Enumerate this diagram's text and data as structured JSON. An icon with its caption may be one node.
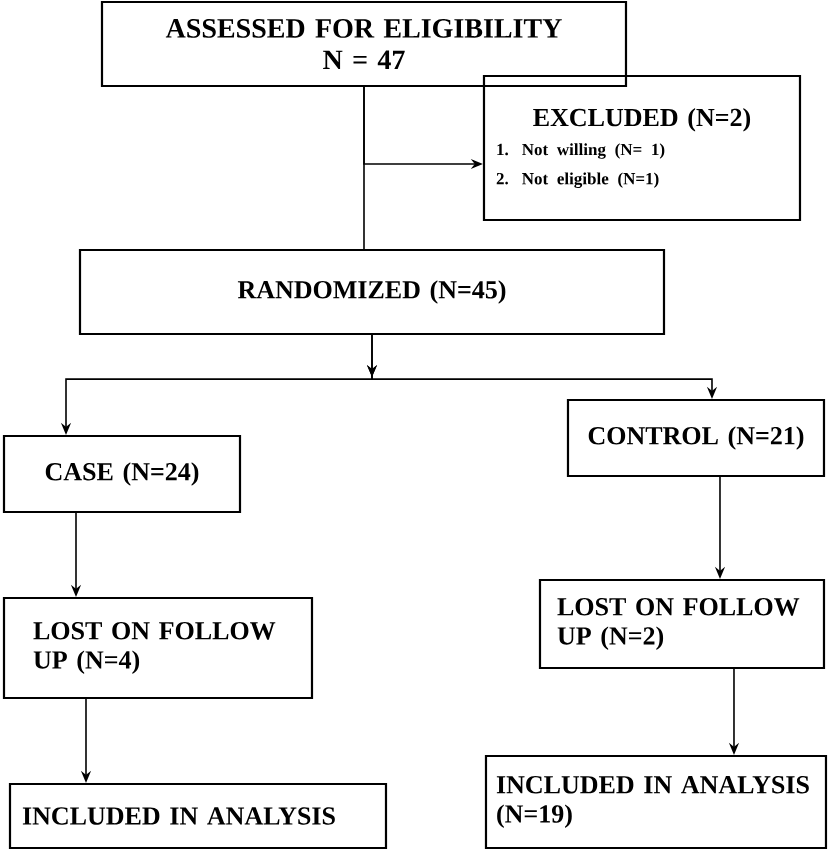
{
  "diagram": {
    "nodes": [
      {
        "text": [
          "ASSESSED FOR ELIGIBILITY",
          "N = 47"
        ]
      },
      {
        "text": [
          "EXCLUDED (N=2)",
          "1. Not willing (N= 1)",
          "2. Not eligible (N=1)"
        ]
      },
      {
        "text": [
          "RANDOMIZED (N=45)"
        ]
      },
      {
        "text": [
          "CASE (N=24)"
        ]
      },
      {
        "text": [
          "CONTROL (N=21)"
        ]
      },
      {
        "text": [
          "LOST ON FOLLOW UP (N=4)"
        ]
      },
      {
        "text": [
          "LOST ON FOLLOW UP (N=2)"
        ]
      },
      {
        "text": [
          "INCLUDED IN ANALYSIS"
        ]
      },
      {
        "text": [
          "INCLUDED IN ANALYSIS (N=19)"
        ]
      }
    ],
    "edges": [
      {
        "from": 0,
        "to": 1,
        "arrow": "to"
      },
      {
        "from": 0,
        "to": 2,
        "arrow": "none"
      },
      {
        "from": 2,
        "to": 3,
        "arrow": "to"
      },
      {
        "from": 2,
        "to": 4,
        "arrow": "to"
      },
      {
        "from": 3,
        "to": 5,
        "arrow": "to"
      },
      {
        "from": 4,
        "to": 6,
        "arrow": "to"
      },
      {
        "from": 5,
        "to": 7,
        "arrow": "to"
      },
      {
        "from": 6,
        "to": 8,
        "arrow": "to"
      }
    ]
  }
}
